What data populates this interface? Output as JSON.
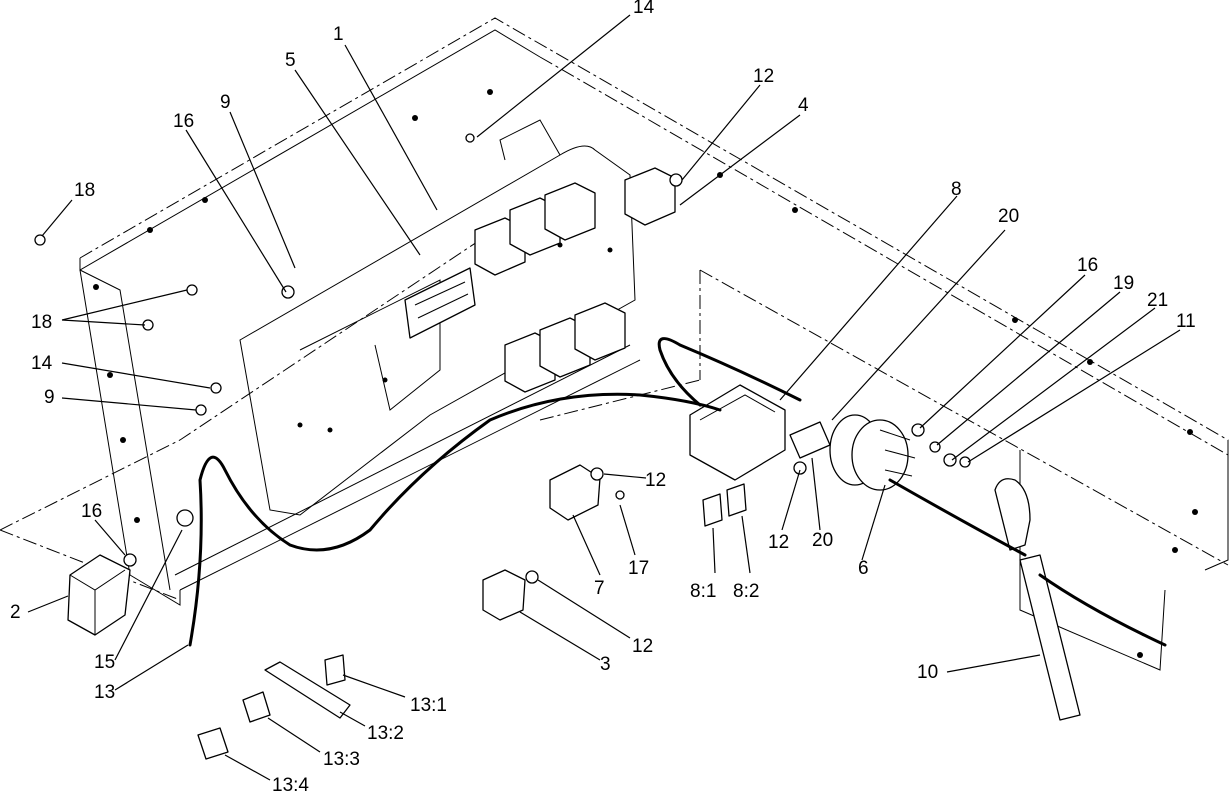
{
  "callouts": {
    "c1": "1",
    "c2": "2",
    "c3": "3",
    "c4": "4",
    "c5": "5",
    "c6": "6",
    "c7": "7",
    "c8": "8",
    "c8_1": "8:1",
    "c8_2": "8:2",
    "c9a": "9",
    "c9b": "9",
    "c10": "10",
    "c11": "11",
    "c12a": "12",
    "c12b": "12",
    "c12c": "12",
    "c12d": "12",
    "c13": "13",
    "c13_1": "13:1",
    "c13_2": "13:2",
    "c13_3": "13:3",
    "c13_4": "13:4",
    "c14a": "14",
    "c14b": "14",
    "c15": "15",
    "c16a": "16",
    "c16b": "16",
    "c16c": "16",
    "c17": "17",
    "c18a": "18",
    "c18b": "18",
    "c19": "19",
    "c20a": "20",
    "c20b": "20",
    "c21": "21"
  }
}
